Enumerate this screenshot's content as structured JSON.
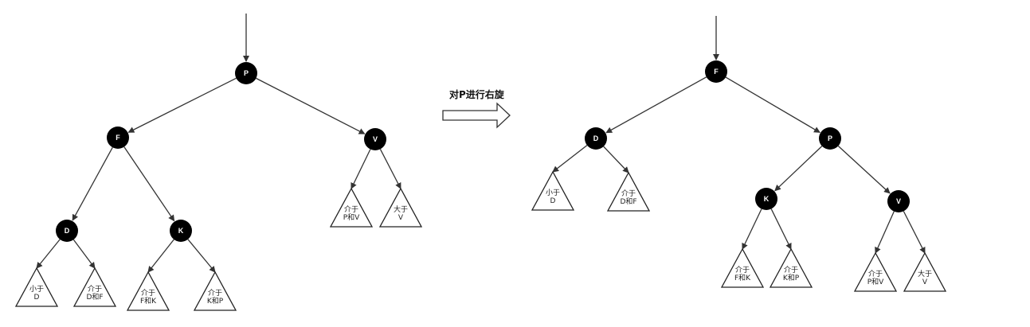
{
  "operation_label": "对P进行右旋",
  "colors": {
    "node_fill": "#000000",
    "edge": "#333333",
    "node_text": "#ffffff"
  },
  "before": {
    "nodes": [
      {
        "id": "P",
        "label": "P"
      },
      {
        "id": "F",
        "label": "F"
      },
      {
        "id": "V",
        "label": "V"
      },
      {
        "id": "D",
        "label": "D"
      },
      {
        "id": "K",
        "label": "K"
      }
    ],
    "subtrees": [
      {
        "id": "lt-D",
        "lines": [
          "小于",
          "D"
        ]
      },
      {
        "id": "btw-DF",
        "lines": [
          "介于",
          "D和F"
        ]
      },
      {
        "id": "btw-FK",
        "lines": [
          "介于",
          "F和K"
        ]
      },
      {
        "id": "btw-KP",
        "lines": [
          "介于",
          "K和P"
        ]
      },
      {
        "id": "btw-PV",
        "lines": [
          "介于",
          "P和V"
        ]
      },
      {
        "id": "gt-V",
        "lines": [
          "大于",
          "V"
        ]
      }
    ]
  },
  "after": {
    "nodes": [
      {
        "id": "F",
        "label": "F"
      },
      {
        "id": "D",
        "label": "D"
      },
      {
        "id": "P",
        "label": "P"
      },
      {
        "id": "K",
        "label": "K"
      },
      {
        "id": "V",
        "label": "V"
      }
    ],
    "subtrees": [
      {
        "id": "lt-D",
        "lines": [
          "小于",
          "D"
        ]
      },
      {
        "id": "btw-DF",
        "lines": [
          "介于",
          "D和F"
        ]
      },
      {
        "id": "btw-FK",
        "lines": [
          "介于",
          "F和K"
        ]
      },
      {
        "id": "btw-KP",
        "lines": [
          "介于",
          "K和P"
        ]
      },
      {
        "id": "btw-PV",
        "lines": [
          "介于",
          "P和V"
        ]
      },
      {
        "id": "gt-V",
        "lines": [
          "大于",
          "V"
        ]
      }
    ]
  }
}
